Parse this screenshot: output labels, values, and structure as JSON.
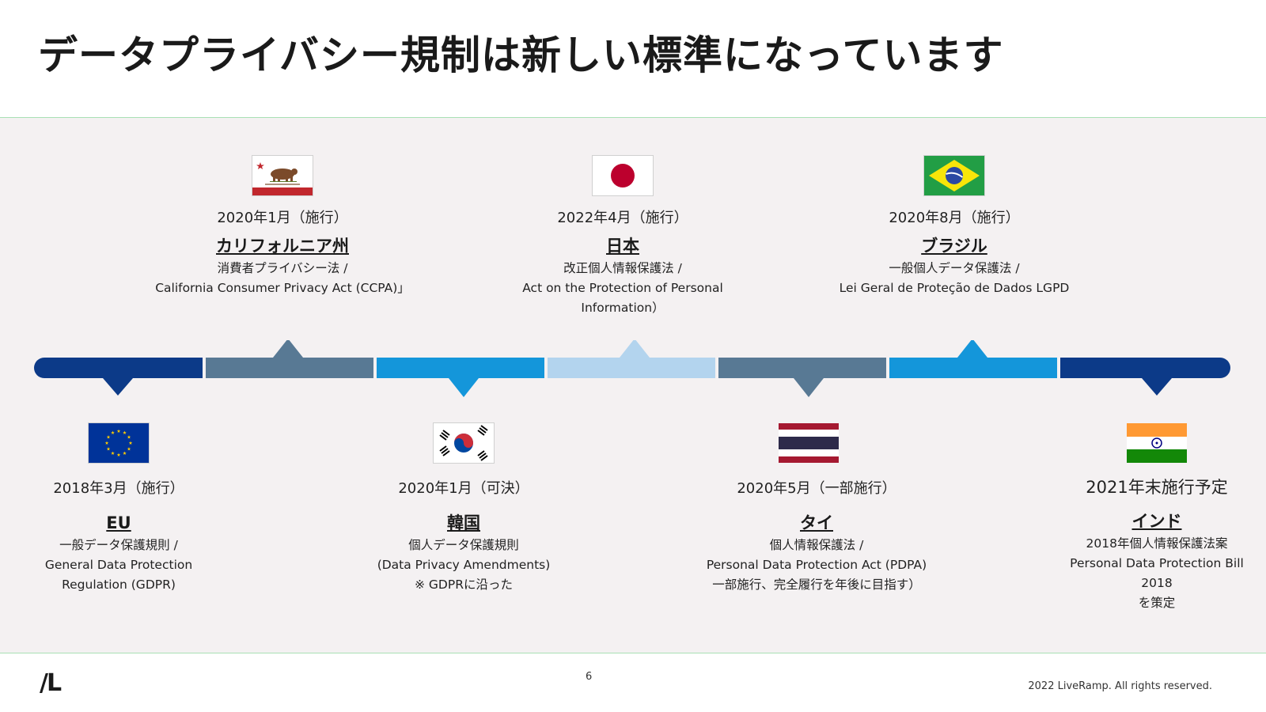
{
  "slide": {
    "title": "データプライバシー規制は新しい標準になっています"
  },
  "colors": {
    "dark_navy": "#0c3a88",
    "slate": "#587994",
    "bright_blue": "#1496da",
    "light_blue": "#b3d4ee"
  },
  "events_top": [
    {
      "flag": "california-flag",
      "date": "2020年1月（施行）",
      "name": "カリフォルニア州",
      "desc1": "消費者プライバシー法 /",
      "desc2": "California Consumer Privacy Act (CCPA)」"
    },
    {
      "flag": "japan-flag",
      "date": "2022年4月（施行）",
      "name": "日本",
      "desc1": "改正個人情報保護法 /",
      "desc2": "Act on the Protection of Personal Information）"
    },
    {
      "flag": "brazil-flag",
      "date": "2020年8月（施行）",
      "name": "ブラジル",
      "desc1": "一般個人データ保護法 /",
      "desc2": "Lei Geral de Proteção de Dados LGPD"
    }
  ],
  "events_bottom": [
    {
      "flag": "eu-flag",
      "date": "2018年3月（施行）",
      "name": "EU",
      "desc1": "一般データ保護規則 /",
      "desc2": "General Data Protection",
      "desc3": "Regulation (GDPR)"
    },
    {
      "flag": "korea-flag",
      "date": "2020年1月（可決）",
      "name": "韓国",
      "desc1": "個人データ保護規則",
      "desc2": "(Data Privacy Amendments)",
      "desc3": "※ GDPRに沿った"
    },
    {
      "flag": "thailand-flag",
      "date": "2020年5月（一部施行）",
      "name": "タイ",
      "desc1": "個人情報保護法 /",
      "desc2": "Personal Data Protection Act (PDPA)",
      "desc3": "一部施行、完全履行を年後に目指す）"
    },
    {
      "flag": "india-flag",
      "date": "2021年末施行予定",
      "name": "インド",
      "desc1": "2018年個人情報保護法案",
      "desc2": "Personal Data Protection Bill",
      "desc3": "2018",
      "desc4": "を策定"
    }
  ],
  "footer": {
    "logo": "/L",
    "page_number": "6",
    "copyright": "2022 LiveRamp. All rights reserved."
  }
}
